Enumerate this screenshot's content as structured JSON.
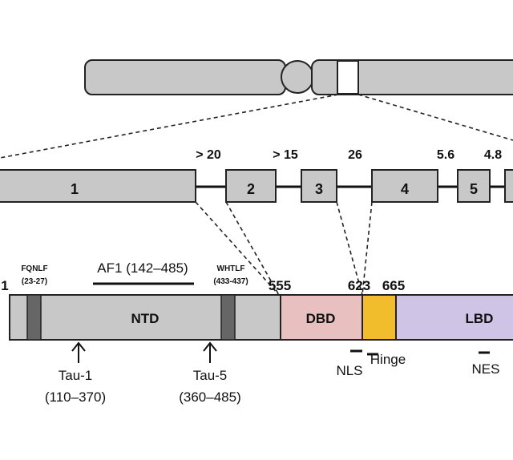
{
  "colors": {
    "gray_box": "#c8c8c8",
    "dark_motif": "#666666",
    "dbd": "#e8c0c0",
    "hinge": "#f2bd2c",
    "lbd": "#cfc3e6",
    "outline": "#222222"
  },
  "gene": {
    "exons": [
      "1",
      "2",
      "3",
      "4",
      "5"
    ],
    "intron_sizes": [
      "> 20",
      "> 15",
      "26",
      "5.6",
      "4.8"
    ]
  },
  "protein": {
    "start_num": "1",
    "fqnlf": {
      "name": "FQNLF",
      "range": "(23-27)"
    },
    "whtlf": {
      "name": "WHTLF",
      "range": "(433-437)"
    },
    "af1": "AF1 (142–485)",
    "num_555": "555",
    "num_623": "623",
    "num_665": "665",
    "domains": {
      "ntd": "NTD",
      "dbd": "DBD",
      "lbd": "LBD"
    },
    "nls": "NLS",
    "hinge": "Hinge",
    "nes": "NES",
    "tau1": {
      "name": "Tau-1",
      "range": "(110–370)"
    },
    "tau5": {
      "name": "Tau-5",
      "range": "(360–485)"
    }
  }
}
